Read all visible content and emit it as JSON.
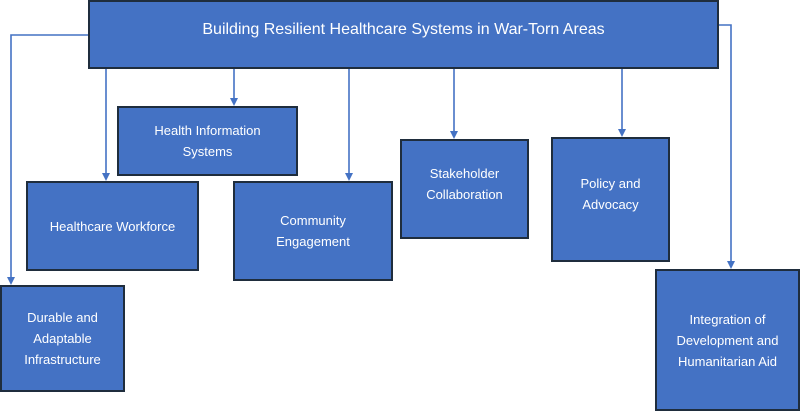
{
  "diagram": {
    "root": "Building Resilient Healthcare Systems in War-Torn Areas",
    "nodes": {
      "health_information_systems": "Health Information Systems",
      "healthcare_workforce": "Healthcare Workforce",
      "community_engagement": "Community Engagement",
      "stakeholder_collaboration": "Stakeholder Collaboration",
      "policy_and_advocacy": "Policy and Advocacy",
      "durable_infrastructure": "Durable and Adaptable Infrastructure",
      "integration_aid": "Integration of Development and Humanitarian Aid"
    },
    "colors": {
      "box_fill": "#4472c4",
      "box_border": "#1f2d3d",
      "connector": "#4472c4",
      "text": "#ffffff"
    }
  }
}
